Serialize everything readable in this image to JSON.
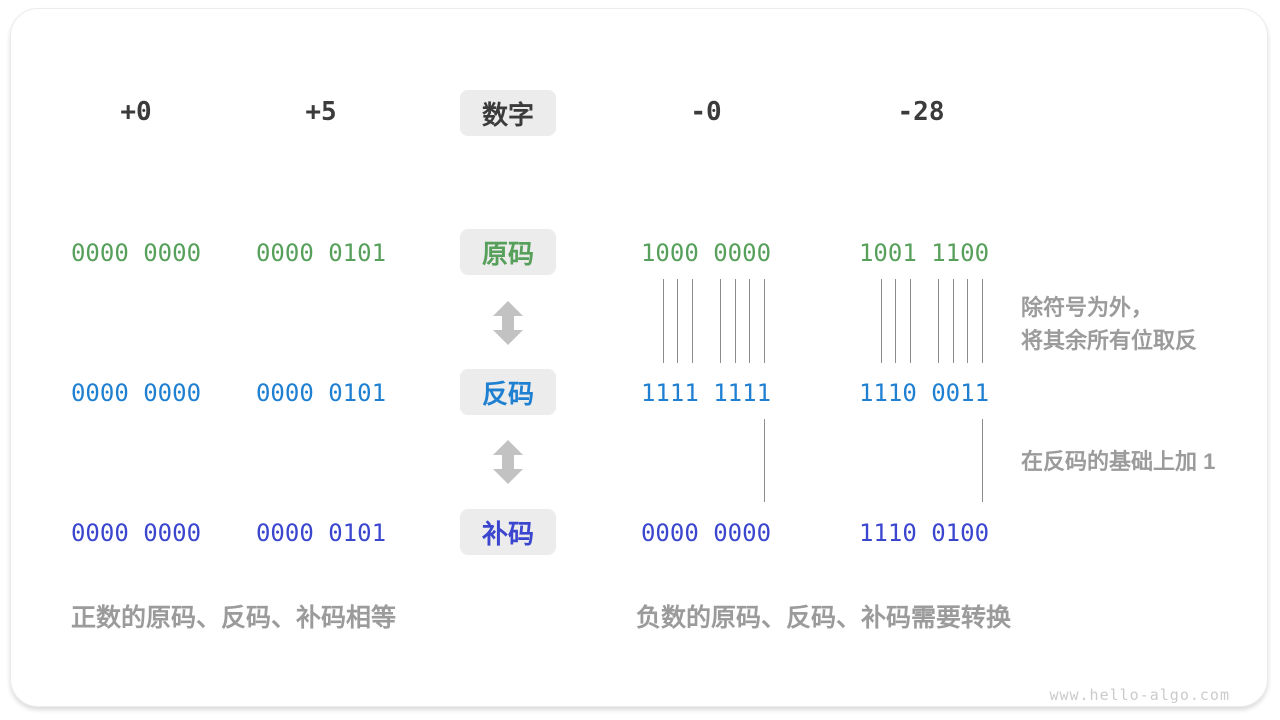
{
  "colors": {
    "sign_magnitude": "#57a05b",
    "ones_complement": "#1f80d2",
    "twos_complement": "#3b46ce",
    "header_text": "#3b3b3b",
    "tag_bg": "#ececec",
    "muted_text": "#9b9b9b",
    "connector": "#8c8c8c",
    "arrow": "#c2c2c2",
    "watermark": "#cbcbcb"
  },
  "columns": {
    "headers": [
      "+0",
      "+5",
      "-0",
      "-28"
    ],
    "center_label": "数字"
  },
  "rows": [
    {
      "label": "原码",
      "values": [
        "0000 0000",
        "0000 0101",
        "1000 0000",
        "1001 1100"
      ]
    },
    {
      "label": "反码",
      "values": [
        "0000 0000",
        "0000 0101",
        "1111 1111",
        "1110 0011"
      ]
    },
    {
      "label": "补码",
      "values": [
        "0000 0000",
        "0000 0101",
        "0000 0000",
        "1110 0100"
      ]
    }
  ],
  "annotations": {
    "invert_line1": "除符号为外，",
    "invert_line2": "将其余所有位取反",
    "add_one": "在反码的基础上加 1",
    "positive_note": "正数的原码、反码、补码相等",
    "negative_note": "负数的原码、反码、补码需要转换"
  },
  "footer": {
    "site": "www.hello-algo.com"
  }
}
